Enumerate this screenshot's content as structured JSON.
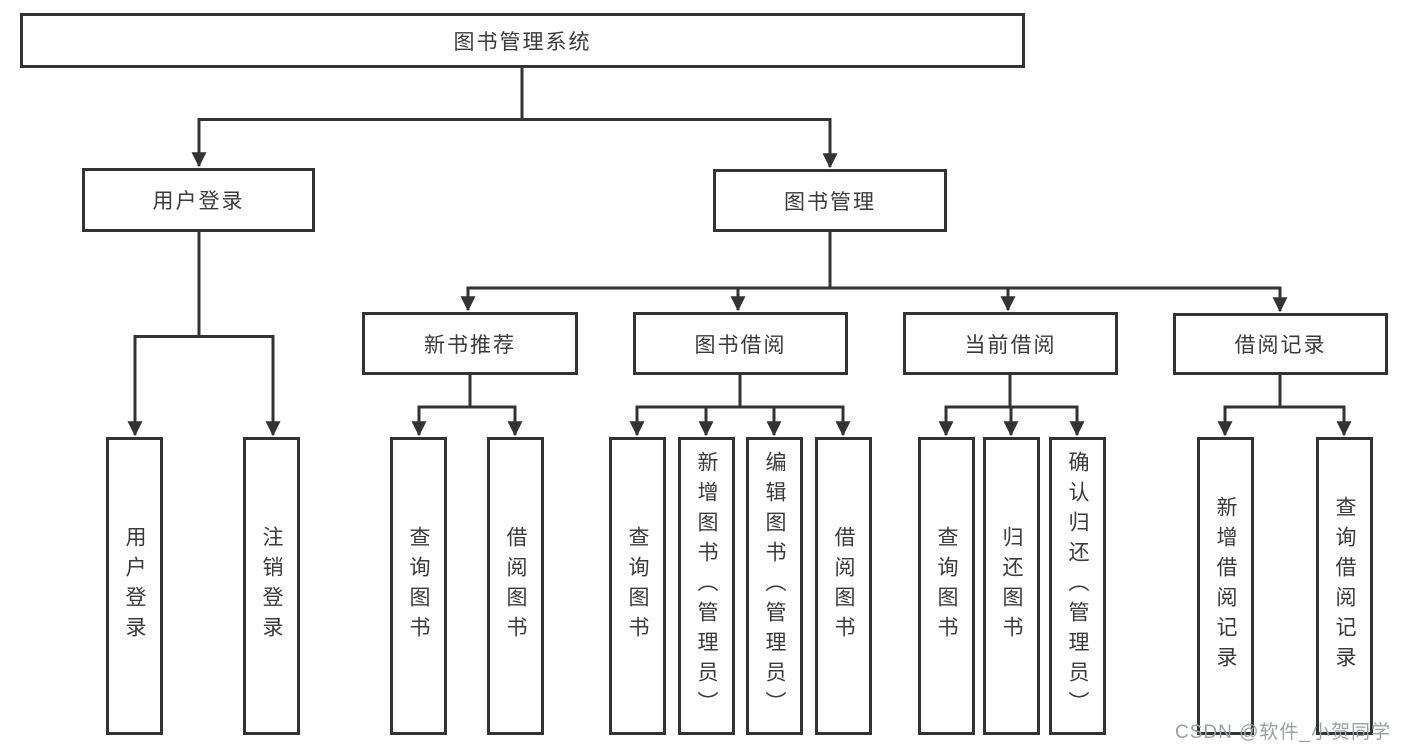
{
  "diagram": {
    "title": "图书管理系统",
    "root": {
      "label": "图书管理系统"
    },
    "level2": [
      {
        "label": "用户登录",
        "children": [
          {
            "label": "用户登录"
          },
          {
            "label": "注销登录"
          }
        ]
      },
      {
        "label": "图书管理",
        "children": [
          {
            "label": "新书推荐",
            "children": [
              {
                "label": "查询图书"
              },
              {
                "label": "借阅图书"
              }
            ]
          },
          {
            "label": "图书借阅",
            "children": [
              {
                "label": "查询图书"
              },
              {
                "label": "新增图书（管理员）"
              },
              {
                "label": "编辑图书（管理员）"
              },
              {
                "label": "借阅图书"
              }
            ]
          },
          {
            "label": "当前借阅",
            "children": [
              {
                "label": "查询图书"
              },
              {
                "label": "归还图书"
              },
              {
                "label": "确认归还（管理员）"
              }
            ]
          },
          {
            "label": "借阅记录",
            "children": [
              {
                "label": "新增借阅记录"
              },
              {
                "label": "查询借阅记录"
              }
            ]
          }
        ]
      }
    ]
  },
  "watermark": {
    "text": "CSDN @软件_小贺同学"
  },
  "colors": {
    "line": "#333333",
    "box_border": "#333333",
    "box_fill": "#ffffff",
    "text": "#3a3a3a",
    "watermark": "#9ba0a6",
    "background": "#ffffff"
  }
}
